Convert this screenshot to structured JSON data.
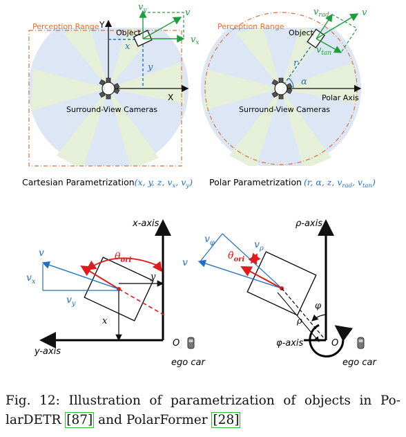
{
  "top_left": {
    "perception_range": "Perception Range",
    "object": "Object",
    "cameras": "Surround-View Cameras",
    "axis_y": "Y",
    "axis_x": "X",
    "var_x": "x",
    "var_y": "y",
    "vel_v": "v",
    "vel_vx": "v",
    "vel_vx_sub": "x",
    "vel_vy": "v",
    "vel_vy_sub": "y",
    "subtitle_text": "Cartesian Parametrization",
    "subtitle_params": "(x, y, z, v",
    "subtitle_sub1": "x",
    "subtitle_mid": ", v",
    "subtitle_sub2": "y",
    "subtitle_end": ")"
  },
  "top_right": {
    "perception_range": "Perception Range",
    "object": "Object",
    "cameras": "Surround-View Cameras",
    "polar_axis": "Polar Axis",
    "var_r": "r",
    "var_alpha": "α",
    "vel_v": "v",
    "vel_vrad": "v",
    "vel_vrad_sub": "rad",
    "vel_vtan": "v",
    "vel_vtan_sub": "tan",
    "subtitle_text": "Polar Parametrization",
    "subtitle_params": "(r, α, z, v",
    "subtitle_sub1": "rad",
    "subtitle_mid": ", v",
    "subtitle_sub2": "tan",
    "subtitle_end": ")"
  },
  "bottom_left": {
    "x_axis": "x-axis",
    "y_axis": "y-axis",
    "origin": "O",
    "ego_car": "ego car",
    "theta": "θ",
    "theta_sub": "ori",
    "v": "v",
    "vx": "v",
    "vx_sub": "x",
    "vy": "v",
    "vy_sub": "y",
    "x": "x",
    "y": "y"
  },
  "bottom_right": {
    "rho_axis": "ρ-axis",
    "phi_axis": "φ-axis",
    "origin": "O",
    "ego_car": "ego car",
    "theta": "θ̄",
    "theta_sub": "ori",
    "v": "v",
    "vphi": "v",
    "vphi_sub": "φ",
    "vrho": "v",
    "vrho_sub": "ρ",
    "phi": "φ",
    "rho": "ρ"
  },
  "caption": {
    "prefix": "Fig. 12: Illustration of parametrization of objects in Po-larDETR ",
    "ref1": "[87]",
    "middle": " and PolarFormer ",
    "ref2": "[28]"
  },
  "colors": {
    "blue": "#1f6fc5",
    "green": "#1e9e3a",
    "red": "#e01b1b",
    "orange_dash": "#d9703a",
    "range_fill": "#dde6f4",
    "sector_fill": "#e6efd8"
  }
}
